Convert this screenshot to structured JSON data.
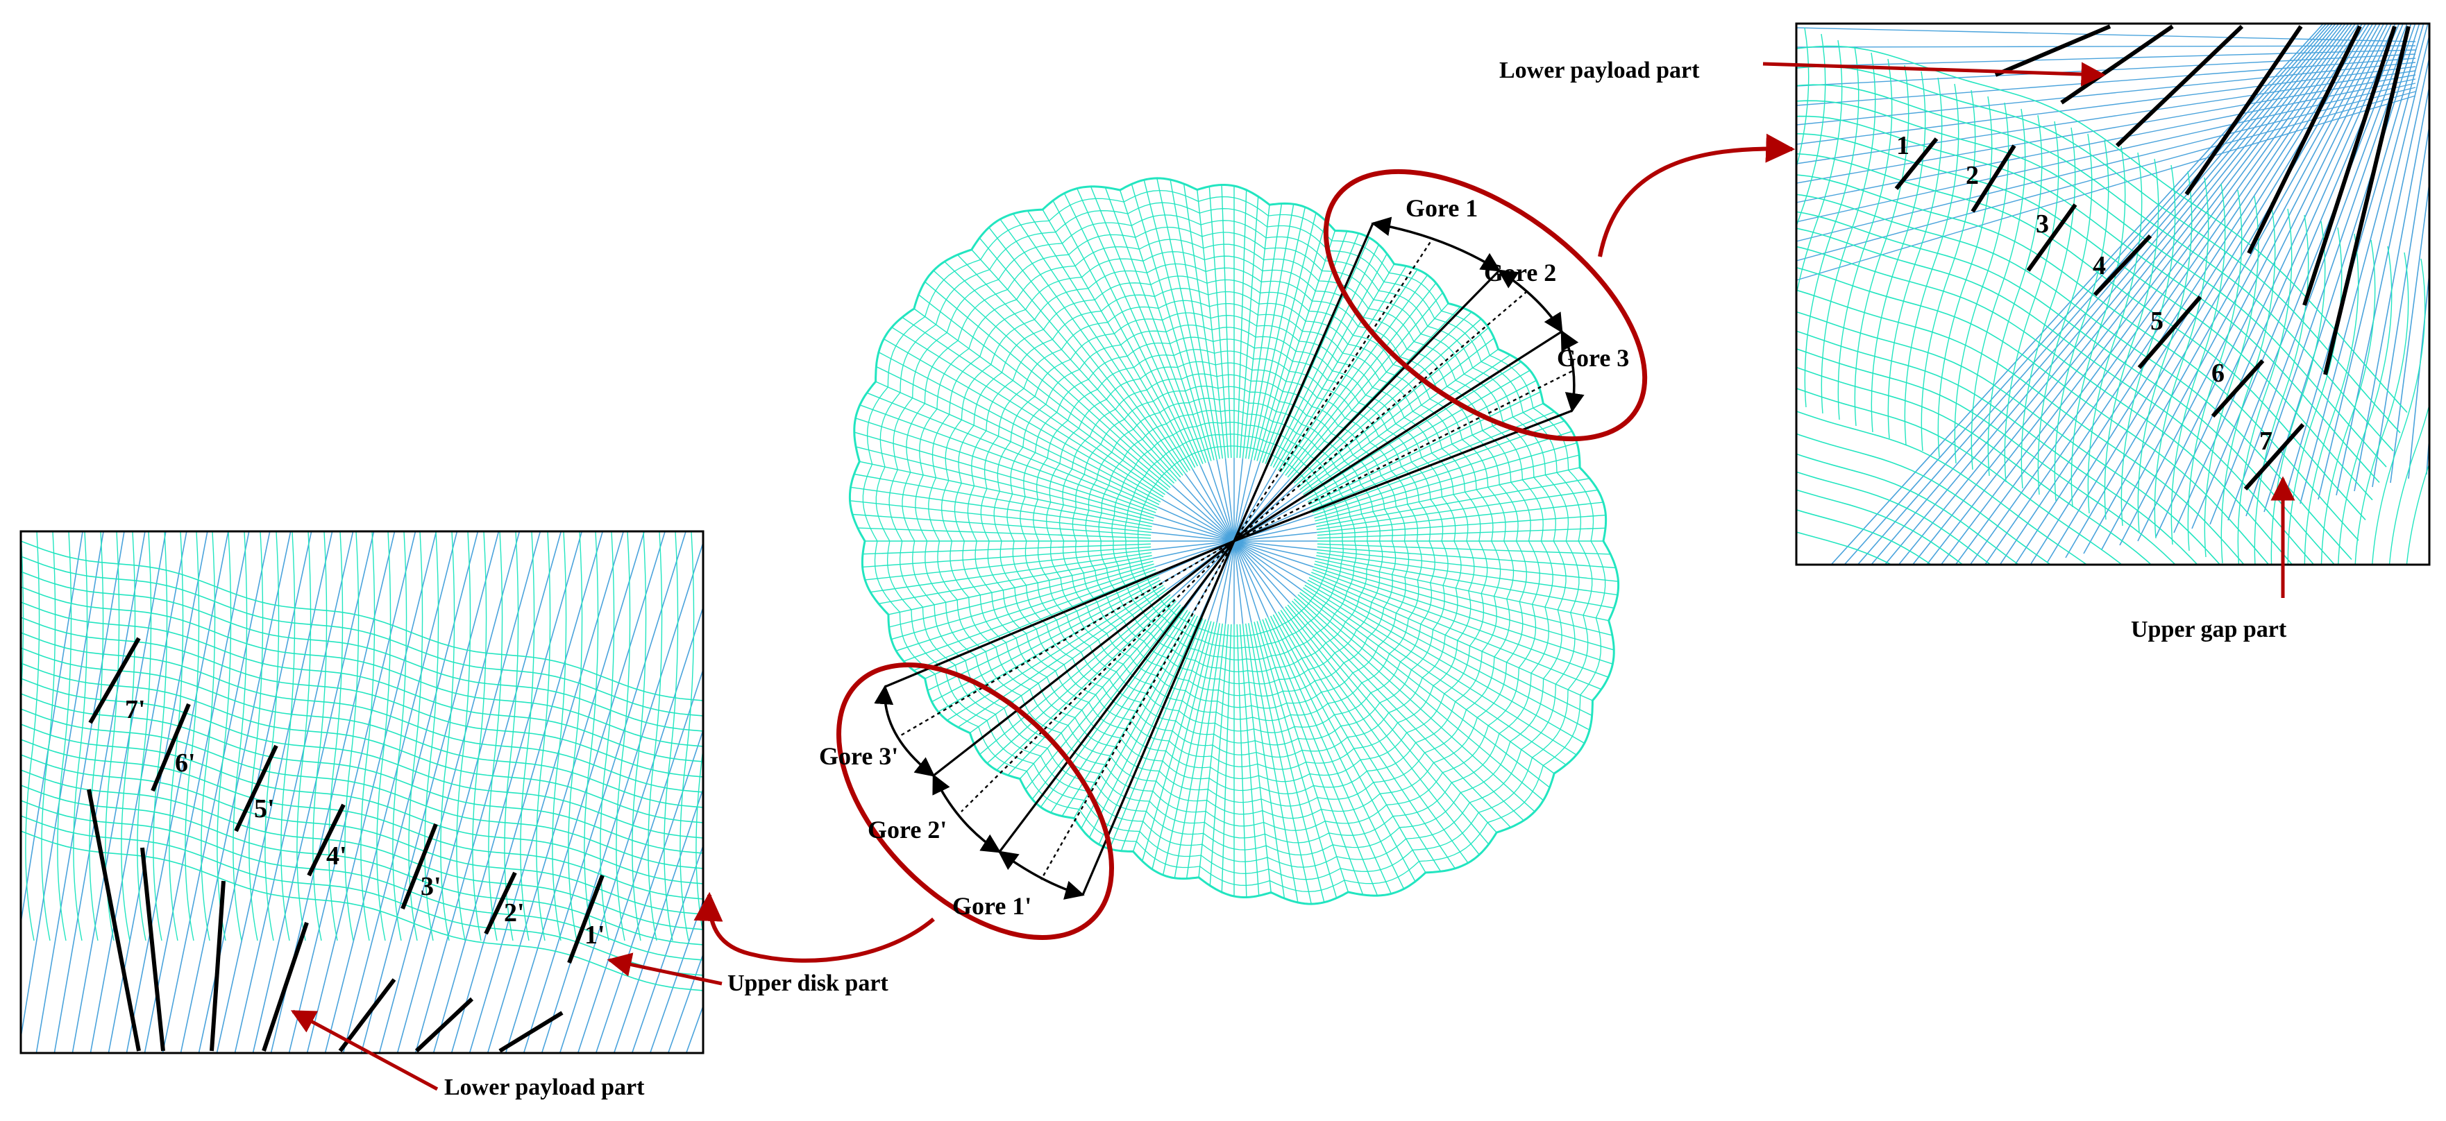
{
  "main_view": {
    "gore_labels": [
      "Gore 1",
      "Gore 2",
      "Gore 3"
    ],
    "gore_prime_labels": [
      "Gore 3'",
      "Gore 2'",
      "Gore 1'"
    ]
  },
  "right_inset": {
    "numbers": [
      "1",
      "2",
      "3",
      "4",
      "5",
      "6",
      "7"
    ],
    "callout_top": "Lower payload part",
    "callout_bottom": "Upper gap part"
  },
  "left_inset": {
    "numbers": [
      "7'",
      "6'",
      "5'",
      "4'",
      "3'",
      "2'",
      "1'"
    ],
    "callout_right": "Upper disk part",
    "callout_bottom": "Lower payload part"
  },
  "colors": {
    "mesh": "#22e5c0",
    "lines": "#4aa3dc",
    "accent": "#b00000",
    "ink": "#000000"
  }
}
